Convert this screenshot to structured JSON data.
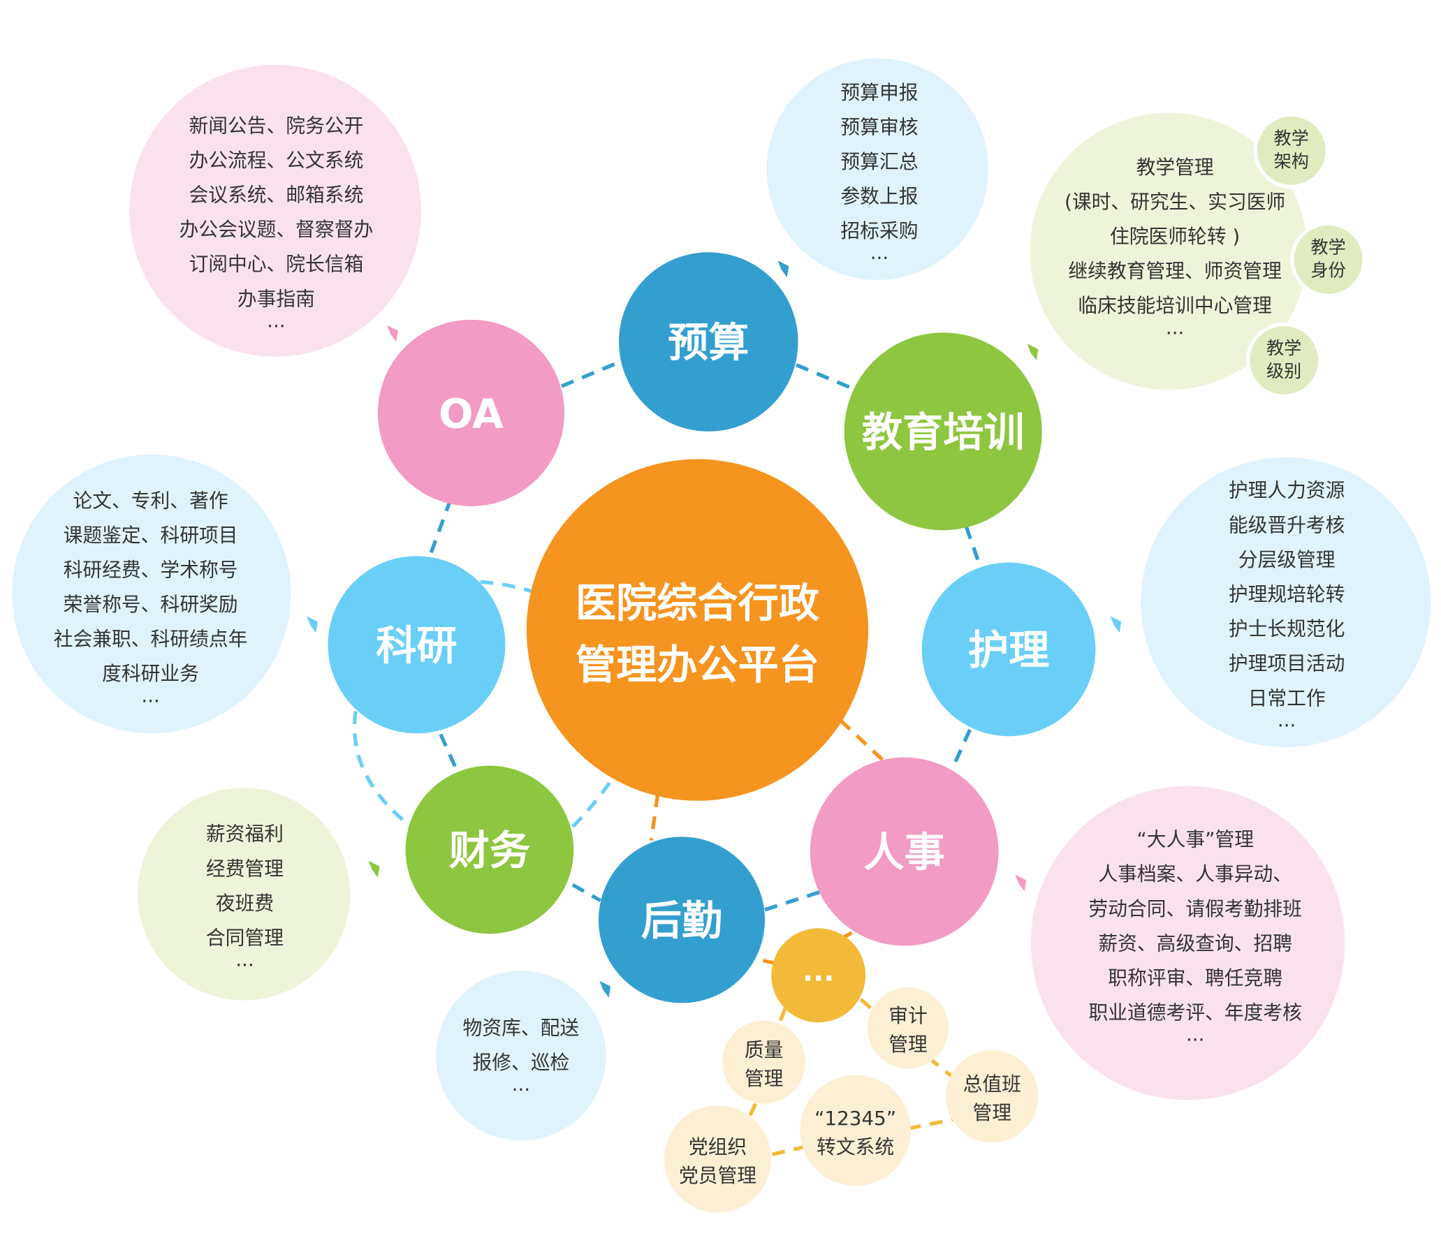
{
  "center": {
    "line1": "医院综合行政",
    "line2": "管理办公平台"
  },
  "modules": [
    {
      "id": "yusuan",
      "label": "预算",
      "color": "#339FCE",
      "bubble_color": "#E0F3FC",
      "items": [
        "预算申报",
        "预算审核",
        "预算汇总",
        "参数上报",
        "招标采购",
        "..."
      ]
    },
    {
      "id": "oa",
      "label": "OA",
      "color": "#F29BC4",
      "bubble_color": "#F9E2EE",
      "items": [
        "新闻公告、院务公开",
        "办公流程、公文系统",
        "会议系统、邮箱系统",
        "办公会议题、督察督办",
        "订阅中心、院长信箱",
        "办事指南",
        "..."
      ]
    },
    {
      "id": "jiaoyu",
      "label": "教育培训",
      "color": "#8DC63F",
      "bubble_color": "#EDF4DA",
      "items": [
        "教学管理",
        "(课时、研究生、实习医师",
        "住院医师轮转 )",
        "继续教育管理、师资管理",
        "临床技能培训中心管理",
        "..."
      ],
      "tags": [
        "教学架构",
        "教学身份",
        "教学级别"
      ]
    },
    {
      "id": "keyan",
      "label": "科研",
      "color": "#6ACFF6",
      "bubble_color": "#E0F3FC",
      "items": [
        "论文、专利、著作",
        "课题鉴定、科研项目",
        "科研经费、学术称号",
        "荣誉称号、科研奖励",
        "社会兼职、科研绩点年",
        "度科研业务",
        "..."
      ]
    },
    {
      "id": "huli",
      "label": "护理",
      "color": "#6ACFF6",
      "bubble_color": "#E0F3FC",
      "items": [
        "护理人力资源",
        "能级晋升考核",
        "分层级管理",
        "护理规培轮转",
        "护士长规范化",
        "护理项目活动",
        "日常工作",
        "..."
      ]
    },
    {
      "id": "caiwu",
      "label": "财务",
      "color": "#8DC63F",
      "bubble_color": "#EDF4DA",
      "items": [
        "薪资福利",
        "经费管理",
        "夜班费",
        "合同管理",
        "..."
      ]
    },
    {
      "id": "houqin",
      "label": "后勤",
      "color": "#339FCE",
      "bubble_color": "#E0F3FC",
      "items": [
        "物资库、配送",
        "报修、巡检",
        "..."
      ]
    },
    {
      "id": "renshi",
      "label": "人事",
      "color": "#F29BC4",
      "bubble_color": "#F9E2EE",
      "items": [
        "“大人事”管理",
        "人事档案、人事异动、",
        "劳动合同、请假考勤排班",
        "薪资、高级查询、招聘",
        "职称评审、聘任竞聘",
        "职业道德考评、年度考核",
        "..."
      ]
    }
  ],
  "more": {
    "label": "...",
    "color": "#F2BA38",
    "items": [
      [
        "质量",
        "管理"
      ],
      [
        "审计",
        "管理"
      ],
      [
        "总值班",
        "管理"
      ],
      [
        "“12345”",
        "转文系统"
      ],
      [
        "党组织",
        "党员管理"
      ]
    ]
  },
  "colors": {
    "center": "#F5941F",
    "cream": "#FCEFD4",
    "tag": "#E0ECC0"
  }
}
